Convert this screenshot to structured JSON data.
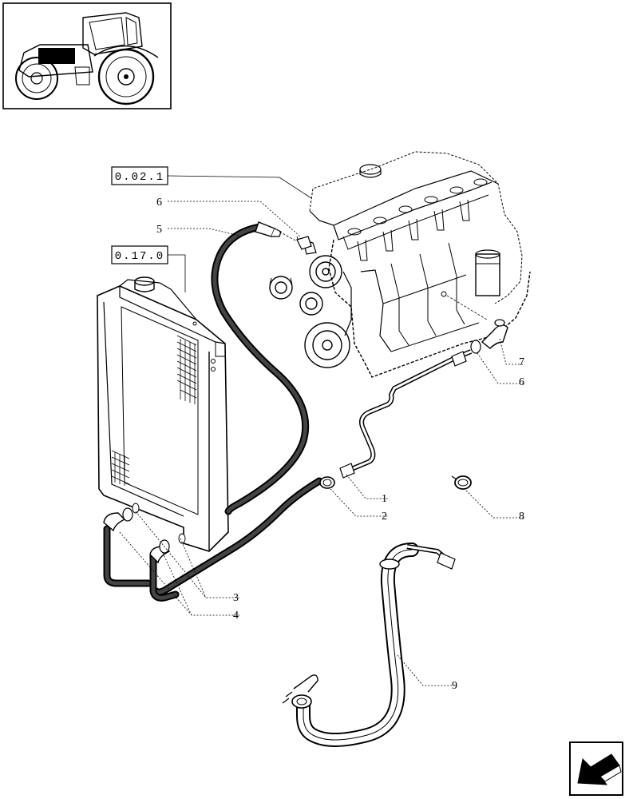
{
  "references": {
    "engine": "0.02.1",
    "radiator": "0.17.0"
  },
  "callouts": {
    "c1": "1",
    "c2": "2",
    "c3": "3",
    "c4": "4",
    "c5": "5",
    "c6_top": "6",
    "c6_right": "6",
    "c7": "7",
    "c8": "8",
    "c9": "9"
  },
  "icons": {
    "thumbnail": "tractor-thumbnail-icon",
    "nav": "previous-page-arrow-icon"
  },
  "colors": {
    "line": "#000000",
    "hose": "#333333",
    "background": "#ffffff"
  }
}
